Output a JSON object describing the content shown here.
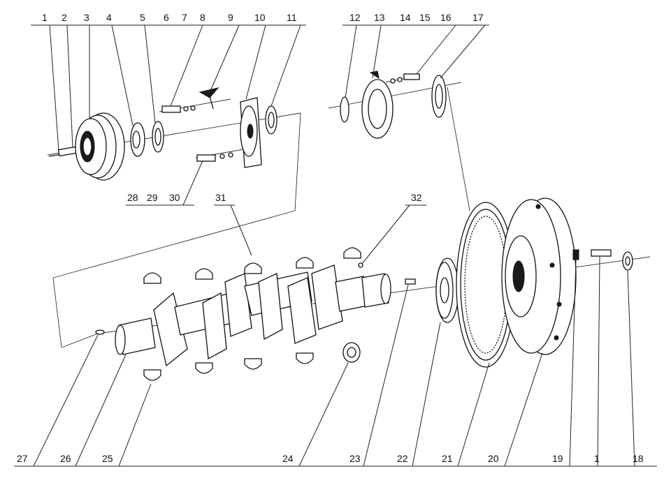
{
  "callouts": {
    "top_left": [
      "1",
      "2",
      "3",
      "4",
      "5",
      "6",
      "7",
      "8",
      "9",
      "10",
      "11"
    ],
    "top_right": [
      "12",
      "13",
      "14",
      "15",
      "16",
      "17"
    ],
    "middle_left": [
      "28",
      "29",
      "30"
    ],
    "middle": [
      "31",
      "32"
    ],
    "bottom": [
      "27",
      "26",
      "25",
      "24",
      "23",
      "22",
      "21",
      "20",
      "19",
      "1",
      "18"
    ]
  }
}
